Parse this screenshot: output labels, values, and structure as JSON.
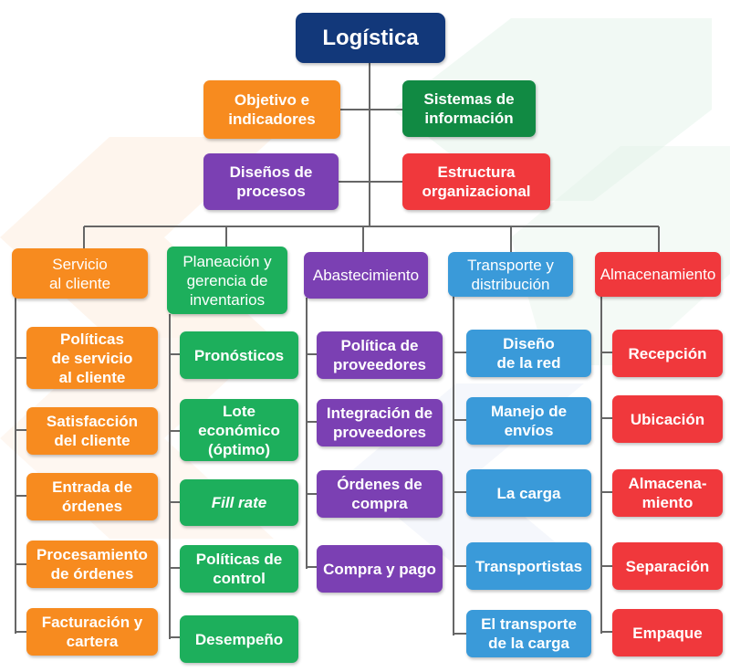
{
  "colors": {
    "orange": "#f78b1f",
    "green": "#1daf5c",
    "dark_green": "#118a43",
    "purple": "#7b40b3",
    "blue": "#3a9ad9",
    "red": "#f0383c",
    "navy": "#12387a",
    "line": "#666666"
  },
  "root": {
    "label": "Logística"
  },
  "support": [
    {
      "label": "Objetivo e\nindicadores",
      "color": "orange"
    },
    {
      "label": "Sistemas de\ninformación",
      "color": "dark_green"
    },
    {
      "label": "Diseños de\nprocesos",
      "color": "purple"
    },
    {
      "label": "Estructura\norganizacional",
      "color": "red"
    }
  ],
  "columns": [
    {
      "label": "Servicio\nal cliente",
      "color": "orange",
      "items": [
        "Políticas\nde servicio\nal cliente",
        "Satisfacción\ndel cliente",
        "Entrada de\nórdenes",
        "Procesamiento\nde órdenes",
        "Facturación y\ncartera"
      ]
    },
    {
      "label": "Planeación y\ngerencia de\ninventarios",
      "color": "green",
      "items": [
        "Pronósticos",
        "Lote\neconómico\n(óptimo)",
        "Fill rate",
        "Políticas de\ncontrol",
        "Desempeño"
      ]
    },
    {
      "label": "Abastecimiento",
      "color": "purple",
      "items": [
        "Política de\nproveedores",
        "Integración de\nproveedores",
        "Órdenes de\ncompra",
        "Compra y pago"
      ]
    },
    {
      "label": "Transporte y\ndistribución",
      "color": "blue",
      "items": [
        "Diseño\nde la red",
        "Manejo de\nenvíos",
        "La carga",
        "Transportistas",
        "El transporte\nde la carga"
      ]
    },
    {
      "label": "Almacenamiento",
      "color": "red",
      "items": [
        "Recepción",
        "Ubicación",
        "Almacena-\nmiento",
        "Separación",
        "Empaque"
      ]
    }
  ]
}
